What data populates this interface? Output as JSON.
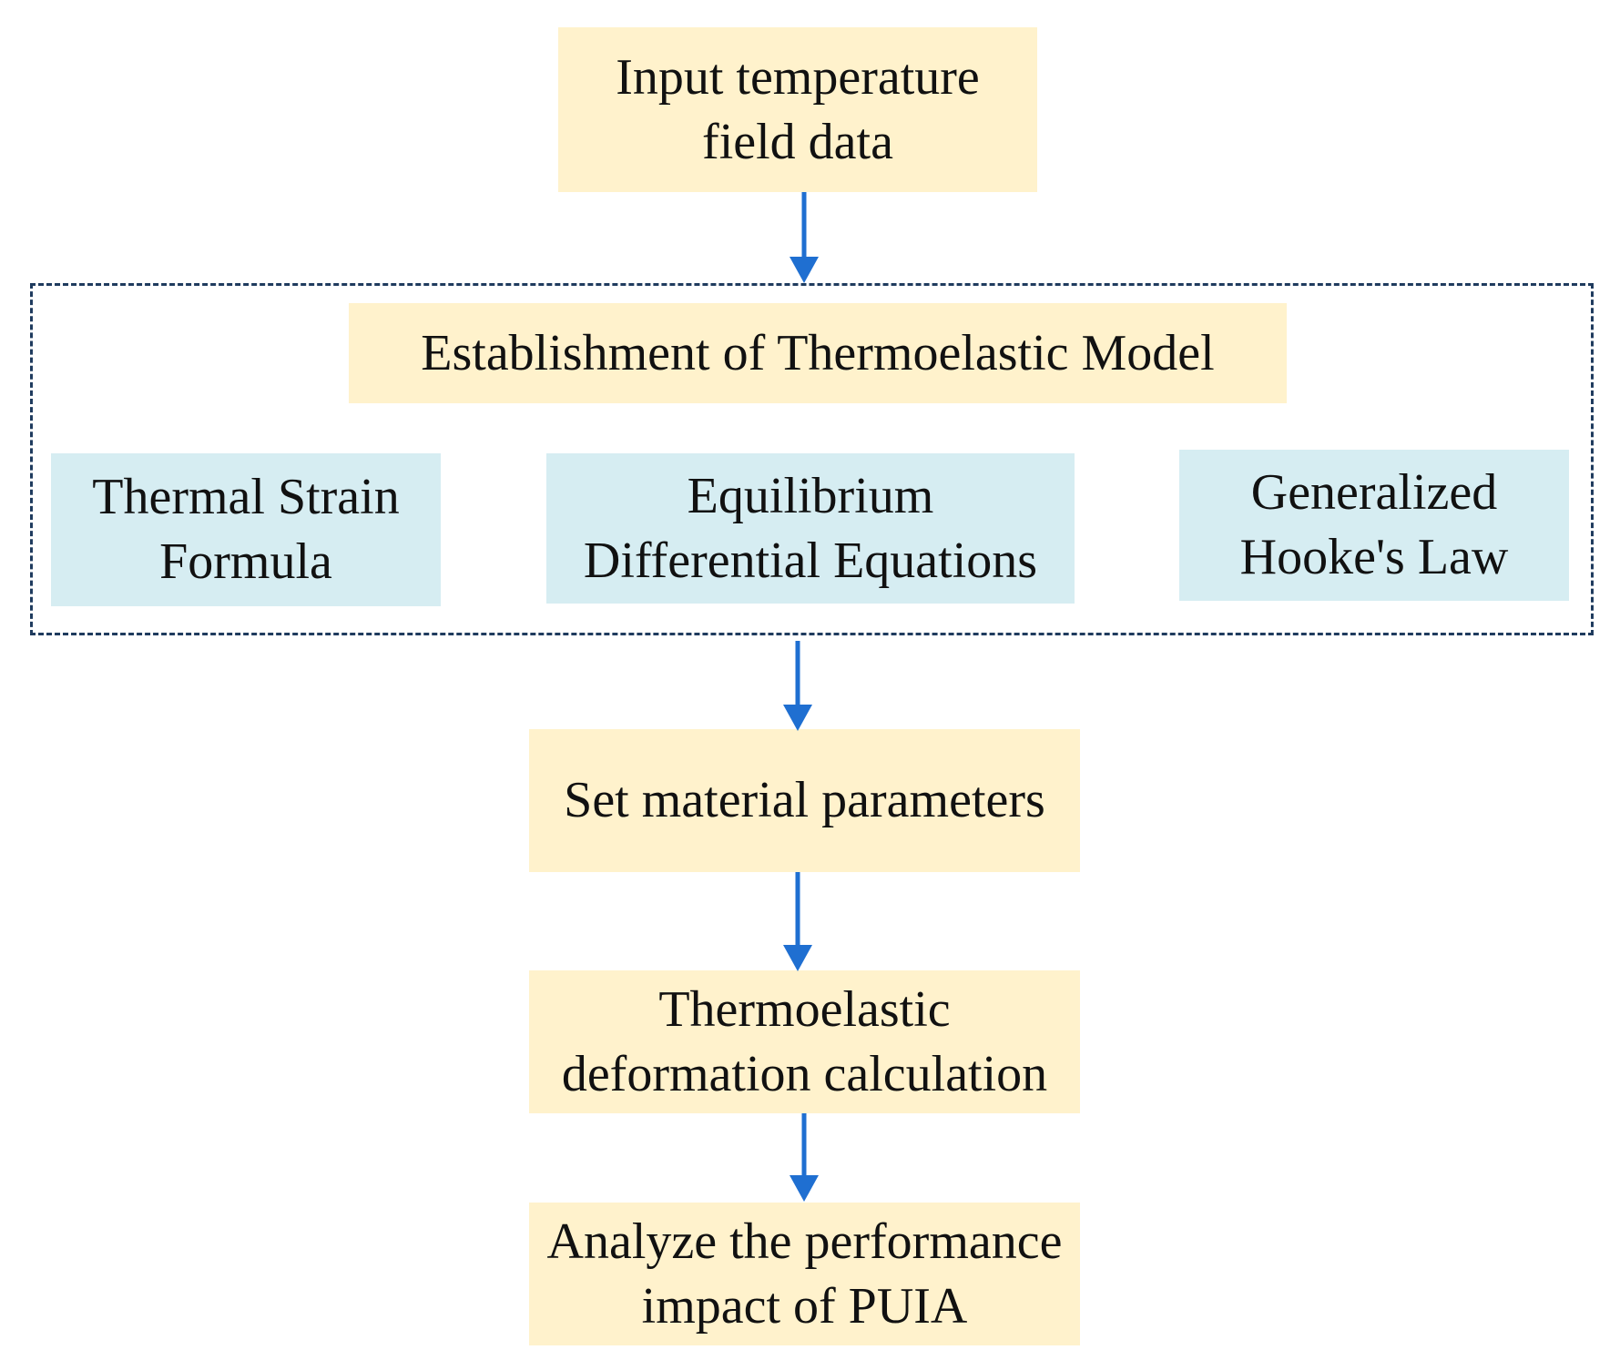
{
  "nodes": {
    "input": {
      "lines": [
        "Input temperature",
        "field data"
      ]
    },
    "group_title": {
      "text": "Establishment of Thermoelastic Model"
    },
    "thermal_strain": {
      "lines": [
        "Thermal Strain",
        "Formula"
      ]
    },
    "equilibrium": {
      "lines": [
        "Equilibrium",
        "Differential Equations"
      ]
    },
    "hooke": {
      "lines": [
        "Generalized",
        "Hooke's Law"
      ]
    },
    "material": {
      "text": "Set material parameters"
    },
    "deformation": {
      "lines": [
        "Thermoelastic",
        "deformation calculation"
      ]
    },
    "analyze": {
      "lines": [
        "Analyze the performance",
        "impact of PUIA"
      ]
    }
  },
  "edges": [
    {
      "from": "input",
      "to": "thermoelastic-model-group"
    },
    {
      "from": "thermoelastic-model-group",
      "to": "material"
    },
    {
      "from": "material",
      "to": "deformation"
    },
    {
      "from": "deformation",
      "to": "analyze"
    }
  ],
  "colors": {
    "process_fill": "#fff2cc",
    "component_fill": "#d6edf2",
    "arrow": "#1f6fd1",
    "group_border": "#1f3b5e"
  }
}
